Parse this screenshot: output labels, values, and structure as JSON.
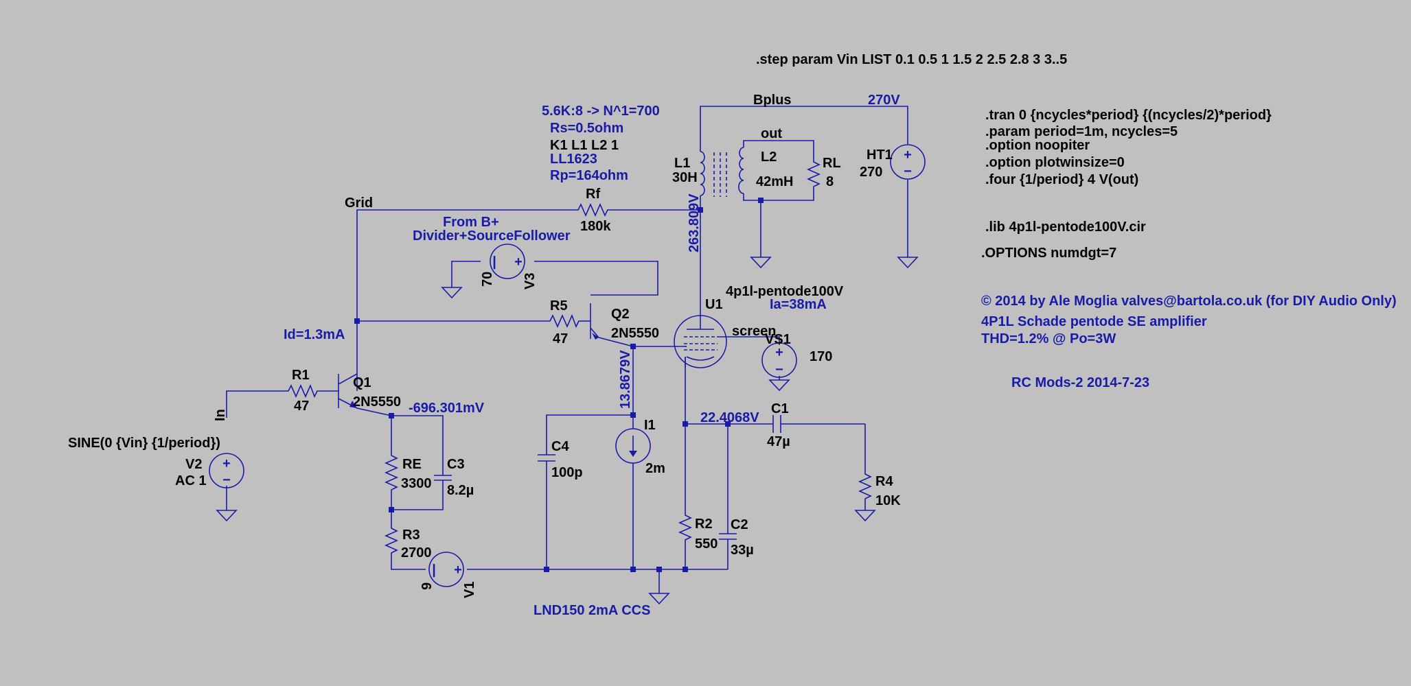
{
  "colors": {
    "background": "#c0c0c0",
    "wire": "#1a1aa8",
    "label": "#000000",
    "annotation": "#1a1aa8"
  },
  "directives": {
    "step": ".step param Vin  LIST 0.1 0.5 1 1.5 2 2.5 2.8 3 3..5",
    "tran": ".tran 0 {ncycles*period} {(ncycles/2)*period}",
    "param": ".param period=1m, ncycles=5",
    "option1": ".option noopiter",
    "option2": ".option plotwinsize=0",
    "four": ".four {1/period} 4 V(out)",
    "lib": ".lib 4p1l-pentode100V.cir",
    "options": ".OPTIONS numdgt=7"
  },
  "notes": {
    "copyright": "© 2014 by Ale Moglia valves@bartola.co.uk (for DIY Audio Only)",
    "title": "4P1L  Schade pentode SE amplifier",
    "thd": "THD=1.2% @ Po=3W",
    "mods": "RC Mods-2 2014-7-23",
    "ratio": "5.6K:8  -> N^1=700",
    "rs": "Rs=0.5ohm",
    "k1": "K1 L1 L2 1",
    "ll": "LL1623",
    "rp": "Rp=164ohm",
    "from_b": "From B+",
    "divider": "Divider+SourceFollower",
    "id": "Id=1.3mA",
    "ia": "Ia=38mA",
    "ccs": "LND150 2mA CCS"
  },
  "voltages": {
    "bplus": "270V",
    "plate": "263.809V",
    "emitter": "-696.301mV",
    "q2e": "13.8679V",
    "cathode": "22.4068V"
  },
  "nets": {
    "bplus": "Bplus",
    "grid": "Grid",
    "out": "out",
    "screen": "screen",
    "in": "In"
  },
  "components": {
    "l1": {
      "name": "L1",
      "value": "30H"
    },
    "l2": {
      "name": "L2",
      "value": "42mH"
    },
    "rl": {
      "name": "RL",
      "value": "8"
    },
    "ht1": {
      "name": "HT1",
      "value": "270"
    },
    "rf": {
      "name": "Rf",
      "value": "180k"
    },
    "v3": {
      "name": "V3",
      "value": "70"
    },
    "r5": {
      "name": "R5",
      "value": "47"
    },
    "q2": {
      "name": "Q2",
      "value": "2N5550"
    },
    "u1": {
      "name": "U1",
      "value": "4p1l-pentode100V"
    },
    "vs1": {
      "name": "VS1",
      "value": "170"
    },
    "r1": {
      "name": "R1",
      "value": "47"
    },
    "q1": {
      "name": "Q1",
      "value": "2N5550"
    },
    "v2": {
      "name": "V2",
      "value": "AC 1",
      "func": "SINE(0 {Vin} {1/period})"
    },
    "re": {
      "name": "RE",
      "value": "3300"
    },
    "c3": {
      "name": "C3",
      "value": "8.2µ"
    },
    "r3": {
      "name": "R3",
      "value": "2700"
    },
    "v1": {
      "name": "V1",
      "value": "9"
    },
    "c4": {
      "name": "C4",
      "value": "100p"
    },
    "i1": {
      "name": "I1",
      "value": "2m"
    },
    "c1": {
      "name": "C1",
      "value": "47µ"
    },
    "r4": {
      "name": "R4",
      "value": "10K"
    },
    "r2": {
      "name": "R2",
      "value": "550"
    },
    "c2": {
      "name": "C2",
      "value": "33µ"
    }
  }
}
